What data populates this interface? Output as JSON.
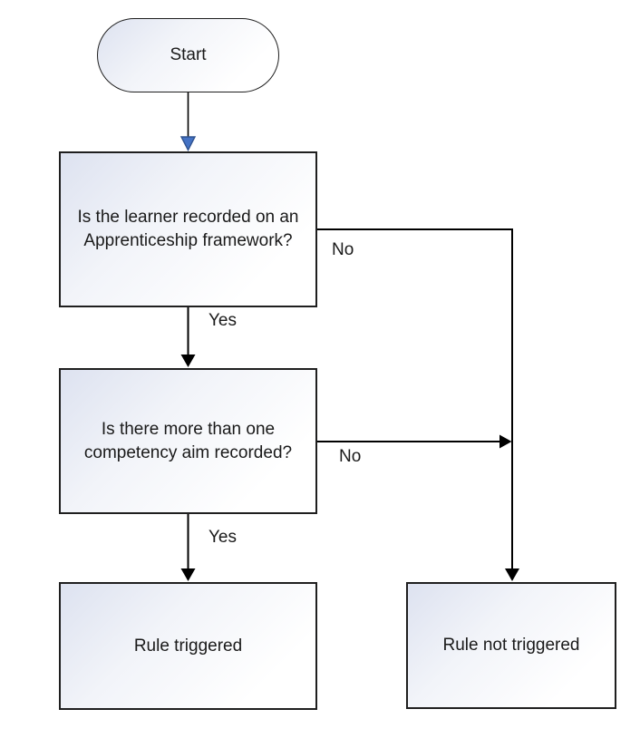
{
  "flowchart": {
    "nodes": {
      "start": {
        "label": "Start"
      },
      "q1": {
        "lines": [
          "Is the learner recorded on an",
          "Apprenticeship framework?"
        ]
      },
      "q2": {
        "lines": [
          "Is there more than one",
          "competency aim recorded?"
        ]
      },
      "rule_triggered": {
        "label": "Rule triggered"
      },
      "rule_not_triggered": {
        "label": "Rule not triggered"
      }
    },
    "edge_labels": {
      "q1_yes": "Yes",
      "q1_no": "No",
      "q2_yes": "Yes",
      "q2_no": "No"
    },
    "colors": {
      "line": "#000000",
      "node_border": "#1f1f1f",
      "node_fill_top_left": "#dde2f0",
      "node_fill_bottom_right": "#ffffff",
      "start_arrowhead_fill": "#4472c4",
      "start_arrowhead_outline": "#2f528f",
      "text": "#1a1a1a",
      "background": "#ffffff"
    }
  }
}
